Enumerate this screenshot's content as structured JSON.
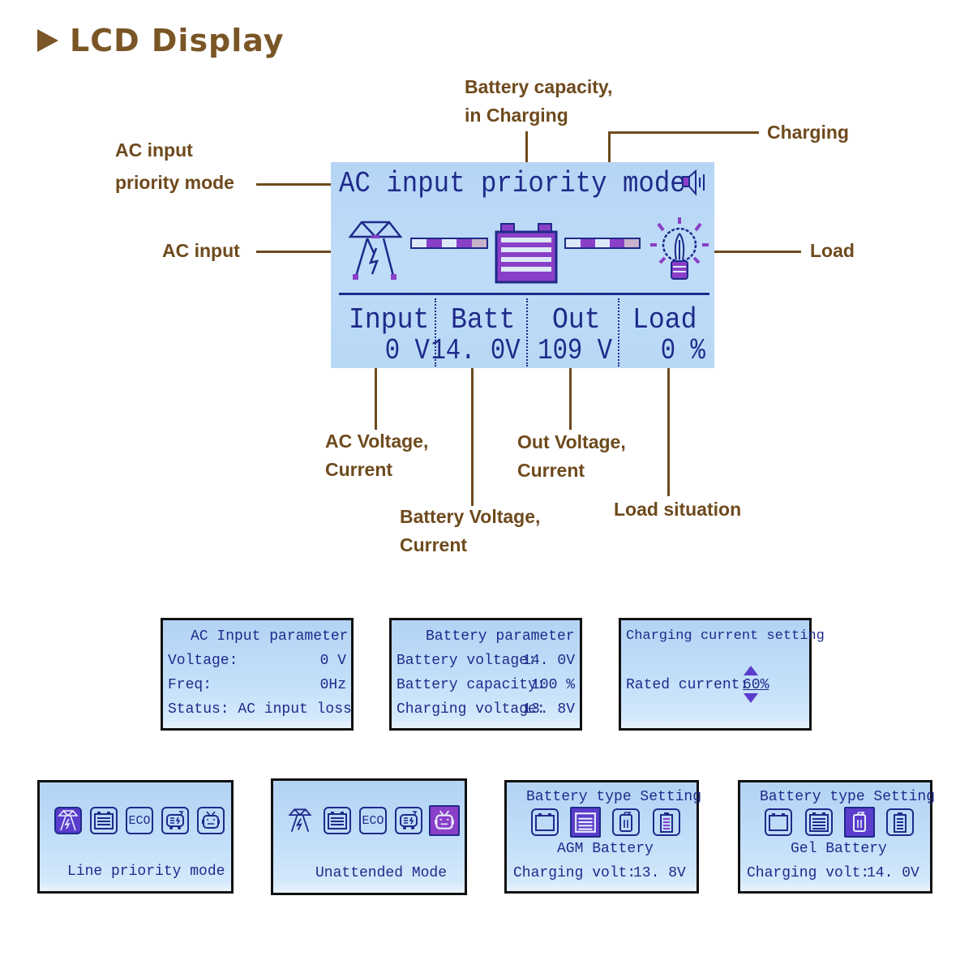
{
  "header": {
    "title": "LCD Display",
    "bullet_icon": "play-triangle-icon"
  },
  "callouts": {
    "ac_input_priority_mode": [
      "AC input",
      "priority mode"
    ],
    "battery_capacity": [
      "Battery capacity,",
      "in Charging"
    ],
    "charging": "Charging",
    "ac_input": "AC input",
    "load": "Load",
    "ac_voltage": [
      "AC Voltage,",
      "Current"
    ],
    "battery_voltage": [
      "Battery Voltage,",
      "Current"
    ],
    "out_voltage": [
      "Out Voltage,",
      "Current"
    ],
    "load_situation": "Load situation"
  },
  "main_lcd": {
    "mode": "AC input priority mode",
    "icons": [
      "speaker-icon",
      "power-tower-icon",
      "battery-icon",
      "bulb-icon"
    ],
    "columns": [
      {
        "label": "Input",
        "value": "0 V"
      },
      {
        "label": "Batt",
        "value": "14. 0V"
      },
      {
        "label": "Out",
        "value": "109 V"
      },
      {
        "label": "Load",
        "value": "0 %"
      }
    ]
  },
  "panels": {
    "ac_input_param": {
      "title": "AC Input parameter",
      "rows": [
        {
          "label": "Voltage:",
          "value": "0 V"
        },
        {
          "label": "Freq:",
          "value": "0Hz"
        },
        {
          "label": "Status: AC input loss",
          "value": ""
        }
      ]
    },
    "battery_param": {
      "title": "Battery parameter",
      "rows": [
        {
          "label": "Battery voltage:",
          "value": "14. 0V"
        },
        {
          "label": "Battery capacity:",
          "value": "100 %"
        },
        {
          "label": "Charging voltage:",
          "value": "13. 8V"
        }
      ]
    },
    "charging_current": {
      "title": "Charging current setting",
      "label": "Rated current:",
      "value": "60%"
    },
    "line_priority": {
      "caption": "Line priority mode",
      "icons": [
        "power-tower-icon",
        "battery-icon",
        "eco-icon",
        "generator-icon",
        "robot-icon"
      ],
      "selected": 0,
      "eco_label": "ECO"
    },
    "unattended": {
      "caption": "Unattended Mode",
      "icons": [
        "power-tower-icon",
        "battery-icon",
        "eco-icon",
        "generator-icon",
        "robot-icon"
      ],
      "selected": 4,
      "eco_label": "ECO"
    },
    "agm": {
      "title": "Battery type Setting",
      "battery_type": "AGM Battery",
      "volt_label": "Charging volt:",
      "volt_value": "13. 8V",
      "selected": 1
    },
    "gel": {
      "title": "Battery type Setting",
      "battery_type": "Gel Battery",
      "volt_label": "Charging volt:",
      "volt_value": "14. 0V",
      "selected": 2
    }
  },
  "colors": {
    "label_brown": "#6e4a1d",
    "lcd_text": "#1f2a8a",
    "lcd_purple": "#8a3fc8",
    "lcd_bg": "#b9d8f6"
  }
}
